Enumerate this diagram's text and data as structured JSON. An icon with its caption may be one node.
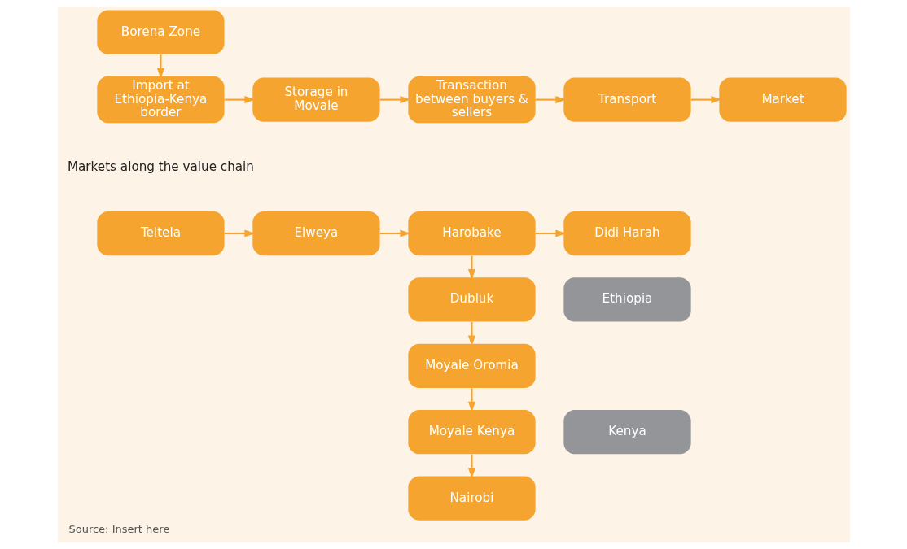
{
  "diagram": {
    "caption": "Source: Insert here",
    "nodes": [
      {
        "text": [
          "Borena Zone"
        ]
      },
      {
        "text": [
          "Import at Ethiopia-Kenya border"
        ]
      },
      {
        "text": [
          "Storage in Movale"
        ]
      },
      {
        "text": [
          "Transaction between buyers & sellers"
        ]
      },
      {
        "text": [
          "Transport"
        ]
      },
      {
        "text": [
          "Market"
        ]
      },
      {
        "text": [
          "Teltela"
        ]
      },
      {
        "text": [
          "Elweya"
        ]
      },
      {
        "text": [
          "Harobake"
        ]
      },
      {
        "text": [
          "Didi Harah"
        ]
      },
      {
        "text": [
          "Ethiopia"
        ]
      },
      {
        "text": [
          "Dubluk"
        ]
      },
      {
        "text": [
          "Moyale Oromia"
        ]
      },
      {
        "text": [
          "Kenya"
        ]
      },
      {
        "text": [
          "Moyale Kenya"
        ]
      },
      {
        "text": [
          "Nairobi"
        ]
      }
    ],
    "edges": [
      {
        "from": 0,
        "to": 1,
        "arrow": "to"
      },
      {
        "from": 1,
        "to": 2,
        "arrow": "to"
      },
      {
        "from": 2,
        "to": 3,
        "arrow": "to"
      },
      {
        "from": 3,
        "to": 4,
        "arrow": "to"
      },
      {
        "from": 4,
        "to": 5,
        "arrow": "to"
      },
      {
        "from": 6,
        "to": 7,
        "arrow": "to"
      },
      {
        "from": 7,
        "to": 8,
        "arrow": "to"
      },
      {
        "from": 8,
        "to": 9,
        "arrow": "to"
      },
      {
        "from": 8,
        "to": 11,
        "arrow": "to"
      },
      {
        "from": 11,
        "to": 12,
        "arrow": "to"
      },
      {
        "from": 12,
        "to": 14,
        "arrow": "to"
      },
      {
        "from": 14,
        "to": 15,
        "arrow": "to"
      }
    ],
    "labels": [
      "Markets along the value chain"
    ]
  }
}
